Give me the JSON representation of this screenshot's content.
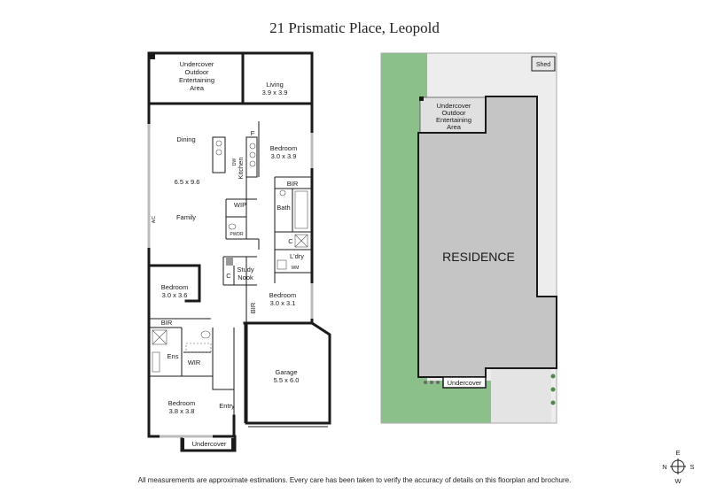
{
  "title": "21 Prismatic Place, Leopold",
  "disclaimer": "All measurements are approximate estimations. Every care has been taken to verify the accuracy of details on this floorplan and brochure.",
  "floorplan": {
    "outdoor": [
      "Undercover",
      "Outdoor",
      "Entertaining",
      "Area"
    ],
    "living": {
      "name": "Living",
      "size": "3.9 x 3.9"
    },
    "dining": "Dining",
    "dining_family_size": "6.5 x 9.6",
    "family": "Family",
    "kitchen": "Kitchen",
    "fridge": "F",
    "dw": "DW",
    "ac": "A/C",
    "wip": "WIP",
    "pwdr": "PWDR",
    "bed_ne": {
      "name": "Bedroom",
      "size": "3.0 x 3.9"
    },
    "bir": "BIR",
    "bath": "Bath",
    "linen": "C",
    "ldry": "L'dry",
    "wm": "WM",
    "study": [
      "Study",
      "Nook"
    ],
    "study_c": "C",
    "bed_mid": {
      "name": "Bedroom",
      "size": "3.0 x 3.1"
    },
    "bir_mid": "BIR",
    "bed_w": {
      "name": "Bedroom",
      "size": "3.0 x 3.6"
    },
    "bir_w": "BIR",
    "ens": "Ens",
    "wir": "WIR",
    "bed_master": {
      "name": "Bedroom",
      "size": "3.8 x 3.8"
    },
    "entry": "Entry",
    "garage": {
      "name": "Garage",
      "size": "5.5 x 6.0"
    },
    "undercover": "Undercover"
  },
  "siteplan": {
    "shed": "Shed",
    "outdoor": [
      "Undercover",
      "Outdoor",
      "Entertaining",
      "Area"
    ],
    "residence": "RESIDENCE",
    "undercover": "Undercover",
    "colors": {
      "lawn": "#8cc08a",
      "residence": "#c5c5c5",
      "paving": "#ededed"
    }
  },
  "compass": {
    "n": "N",
    "e": "E",
    "s": "S",
    "w": "W"
  }
}
